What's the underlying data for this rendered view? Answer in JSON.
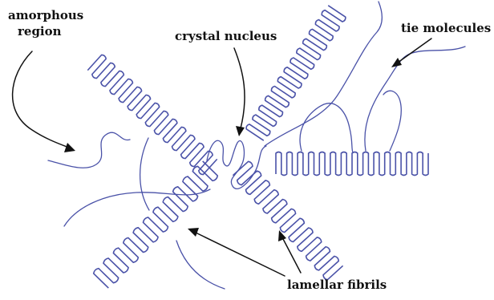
{
  "diagram": {
    "labels": {
      "amorphous_line1": "amorphous",
      "amorphous_line2": "region",
      "crystal_nucleus": "crystal nucleus",
      "tie_molecules": "tie molecules",
      "lamellar_fibrils": "lamellar fibrils"
    },
    "colors": {
      "polymer_chain": "#4a52a8",
      "annotation": "#111111",
      "background": "#ffffff"
    }
  }
}
